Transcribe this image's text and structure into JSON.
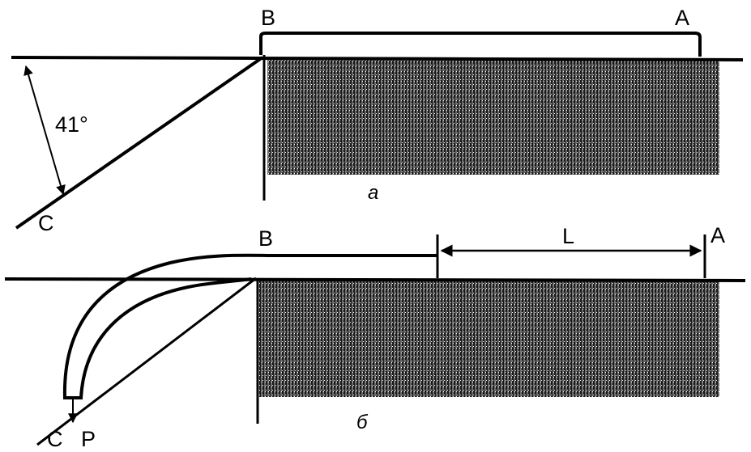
{
  "figure": {
    "panel_a": {
      "point_b": "B",
      "point_a": "A",
      "point_c": "C",
      "angle": "41°",
      "caption": "а"
    },
    "panel_b": {
      "point_b": "B",
      "point_a": "A",
      "point_c": "C",
      "point_p": "P",
      "length": "L",
      "caption": "б"
    }
  },
  "colors": {
    "ink": "#000000",
    "background": "#ffffff",
    "hatch": "#555555"
  }
}
